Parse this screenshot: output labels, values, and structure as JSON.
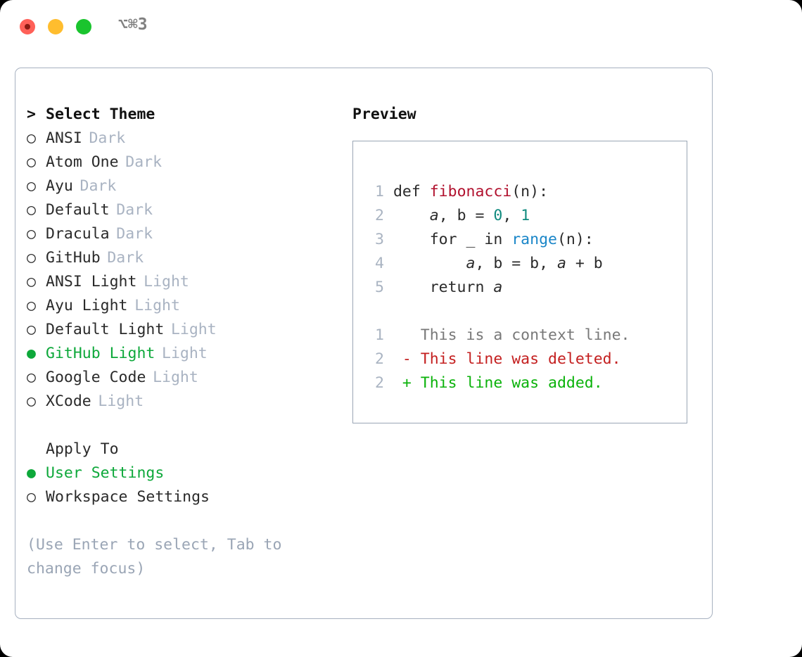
{
  "window": {
    "shortcut": "⌥⌘3",
    "traffic_lights": [
      "close",
      "minimize",
      "maximize"
    ],
    "colors": {
      "close": "#ff6058",
      "minimize": "#ffbd2e",
      "maximize": "#1ac42e",
      "accent_green": "#0da83a",
      "panel_border": "#a7b1c0",
      "muted": "#a9b3c2"
    }
  },
  "theme_list": {
    "header": {
      "marker": ">",
      "label": "Select Theme"
    },
    "items": [
      {
        "marker": "○",
        "label": "ANSI",
        "tag": "Dark",
        "selected": false
      },
      {
        "marker": "○",
        "label": "Atom One",
        "tag": "Dark",
        "selected": false
      },
      {
        "marker": "○",
        "label": "Ayu",
        "tag": "Dark",
        "selected": false
      },
      {
        "marker": "○",
        "label": "Default",
        "tag": "Dark",
        "selected": false
      },
      {
        "marker": "○",
        "label": "Dracula",
        "tag": "Dark",
        "selected": false
      },
      {
        "marker": "○",
        "label": "GitHub",
        "tag": "Dark",
        "selected": false
      },
      {
        "marker": "○",
        "label": "ANSI Light",
        "tag": "Light",
        "selected": false
      },
      {
        "marker": "○",
        "label": "Ayu Light",
        "tag": "Light",
        "selected": false
      },
      {
        "marker": "○",
        "label": "Default Light",
        "tag": "Light",
        "selected": false
      },
      {
        "marker": "●",
        "label": "GitHub Light",
        "tag": "Light",
        "selected": true
      },
      {
        "marker": "○",
        "label": "Google Code",
        "tag": "Light",
        "selected": false
      },
      {
        "marker": "○",
        "label": "XCode",
        "tag": "Light",
        "selected": false
      }
    ]
  },
  "apply_to": {
    "header": {
      "marker": " ",
      "label": "Apply To"
    },
    "items": [
      {
        "marker": "●",
        "label": "User Settings",
        "selected": true
      },
      {
        "marker": "○",
        "label": "Workspace Settings",
        "selected": false
      }
    ]
  },
  "hint": "(Use Enter to select, Tab to change focus)",
  "preview": {
    "title": "Preview",
    "code_lines": [
      {
        "number": "1",
        "tokens": [
          {
            "text": "def ",
            "type": "plain"
          },
          {
            "text": "fibonacci",
            "type": "fn"
          },
          {
            "text": "(n):",
            "type": "plain"
          }
        ]
      },
      {
        "number": "2",
        "tokens": [
          {
            "text": "    ",
            "type": "plain"
          },
          {
            "text": "a",
            "type": "var"
          },
          {
            "text": ", b = ",
            "type": "plain"
          },
          {
            "text": "0",
            "type": "num"
          },
          {
            "text": ", ",
            "type": "plain"
          },
          {
            "text": "1",
            "type": "num"
          }
        ]
      },
      {
        "number": "3",
        "tokens": [
          {
            "text": "    for _ in ",
            "type": "plain"
          },
          {
            "text": "range",
            "type": "kw"
          },
          {
            "text": "(n):",
            "type": "plain"
          }
        ]
      },
      {
        "number": "4",
        "tokens": [
          {
            "text": "        ",
            "type": "plain"
          },
          {
            "text": "a",
            "type": "var"
          },
          {
            "text": ", b = b, ",
            "type": "plain"
          },
          {
            "text": "a",
            "type": "var"
          },
          {
            "text": " + b",
            "type": "plain"
          }
        ]
      },
      {
        "number": "5",
        "tokens": [
          {
            "text": "    return ",
            "type": "plain"
          },
          {
            "text": "a",
            "type": "var"
          }
        ]
      }
    ],
    "diff_lines": [
      {
        "number": "1",
        "sign": " ",
        "text": " This is a context line.",
        "kind": "context"
      },
      {
        "number": "2",
        "sign": "-",
        "text": " This line was deleted.",
        "kind": "deleted"
      },
      {
        "number": "2",
        "sign": "+",
        "text": " This line was added.",
        "kind": "added"
      }
    ]
  }
}
